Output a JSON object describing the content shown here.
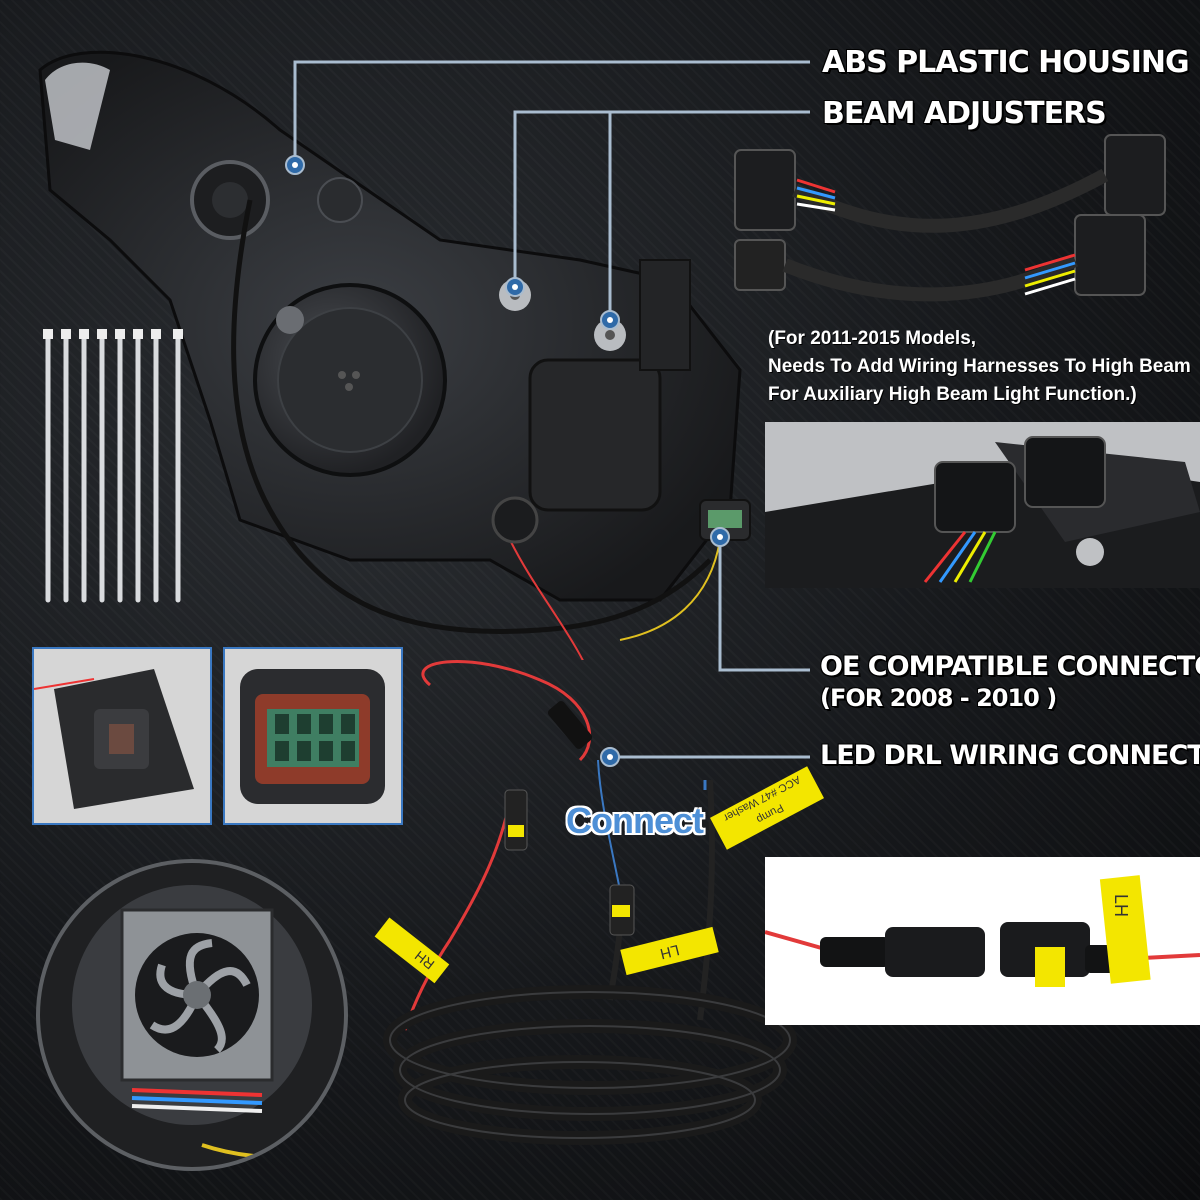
{
  "callouts": {
    "housing": "ABS PLASTIC HOUSING",
    "adjusters": "BEAM ADJUSTERS",
    "oe_connector_line1": "OE COMPATIBLE CONNECTOR",
    "oe_connector_line2": "(FOR 2008 - 2010 )",
    "drl_connector": "LED DRL WIRING CONNECTOR"
  },
  "note": {
    "line1": "(For 2011-2015 Models,",
    "line2": "Needs To Add Wiring Harnesses To High Beam",
    "line3": "For Auxiliary High Beam Light Function.)"
  },
  "connect_label": "Connect",
  "tags": {
    "rh": "RH",
    "lh": "LH",
    "lh_detail": "LH",
    "washer_line1": "ACC #47 Washer",
    "washer_line2": "Pump"
  },
  "colors": {
    "leader_line": "#9fb3c8",
    "accent_blue": "#3a78c2",
    "tag_yellow": "#f3e600"
  }
}
